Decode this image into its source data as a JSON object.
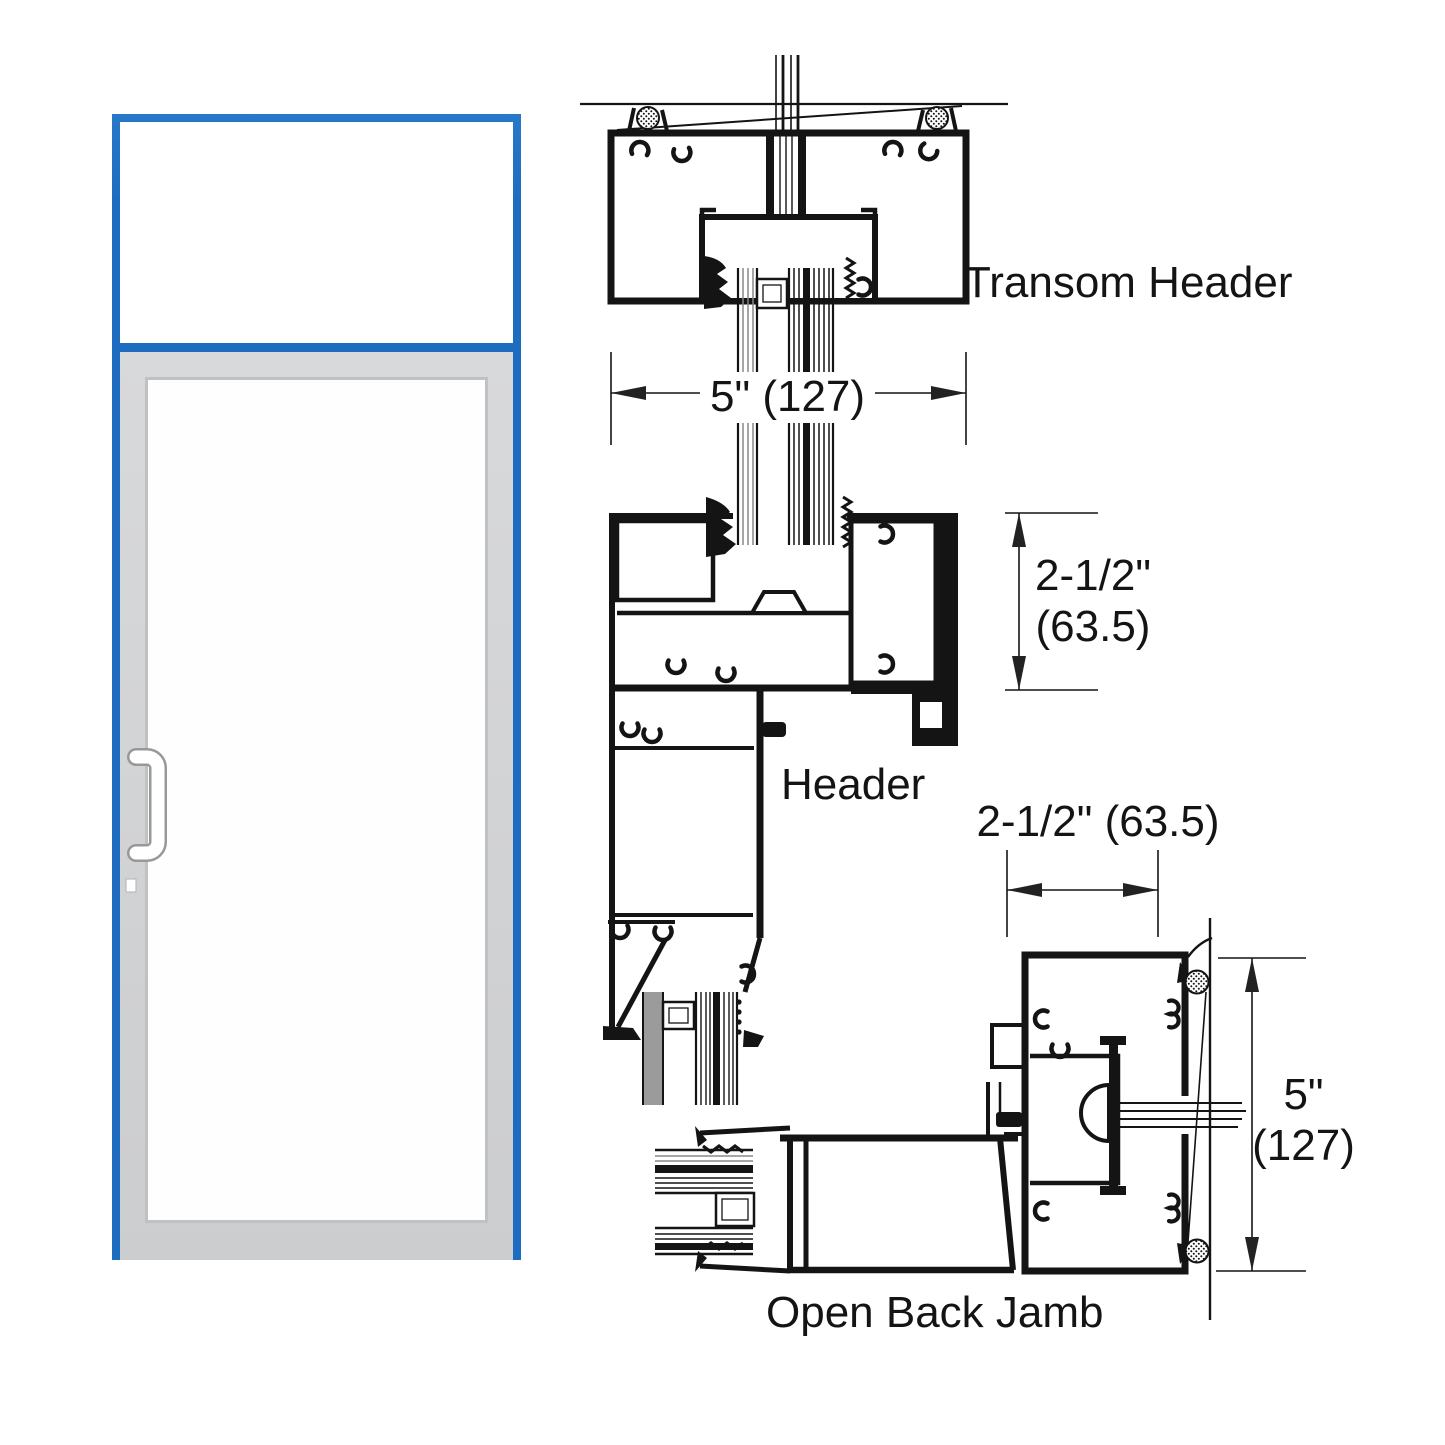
{
  "drawing": {
    "title": "Door with transom elevation and frame section details",
    "labels": {
      "transom_header": "Transom Header",
      "header": "Header",
      "open_back_jamb": "Open Back Jamb"
    },
    "dimensions": {
      "transom_header_width": "5\" (127)",
      "header_depth_line1": "2-1/2\"",
      "header_depth_line2": "(63.5)",
      "jamb_offset": "2-1/2\" (63.5)",
      "jamb_depth_line1": "5\"",
      "jamb_depth_line2": "(127)"
    },
    "colors": {
      "frame_blue": "#1d6cc0",
      "door_gray": "#d3d4d6",
      "line_black": "#141414"
    }
  }
}
